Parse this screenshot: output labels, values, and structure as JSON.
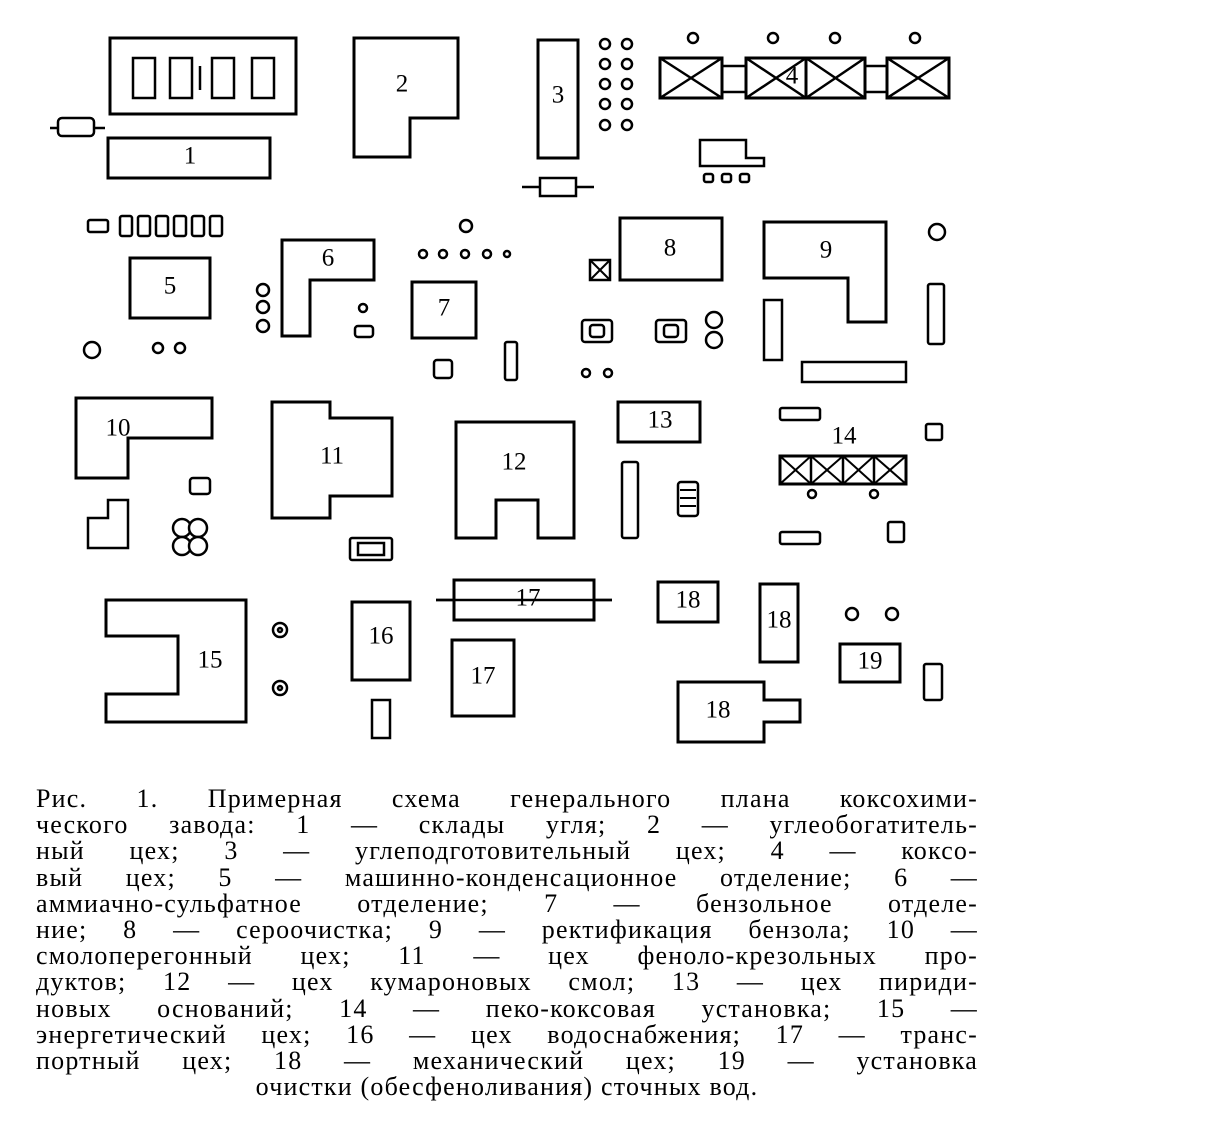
{
  "plan": {
    "labels": {
      "b1": "1",
      "b2": "2",
      "b3": "3",
      "b4": "4",
      "b5": "5",
      "b6": "6",
      "b7": "7",
      "b8": "8",
      "b9": "9",
      "b10": "10",
      "b11": "11",
      "b12": "12",
      "b13": "13",
      "b14": "14",
      "b15": "15",
      "b16": "16",
      "b17a": "17",
      "b17b": "17",
      "b18a": "18",
      "b18b": "18",
      "b18c": "18",
      "b19": "19"
    }
  },
  "caption": {
    "lines": [
      "Рис. 1. Примерная схема генерального плана коксохими-",
      "ческого завода: 1 — склады угля; 2 — углеобогатитель-",
      "ный цех; 3 — углеподготовительный цех; 4 — коксо-",
      "вый цех; 5 — машинно-конденсационное отделение; 6 —",
      "аммиачно-сульфатное отделение; 7 — бензольное отделе-",
      "ние; 8 — сероочистка; 9 — ректификация бензола; 10 —",
      "смолоперегонный цех; 11 — цех феноло-крезольных про-",
      "дуктов; 12 — цех кумароновых смол; 13 — цех пириди-",
      "новых оснований; 14 — пеко-коксовая установка; 15 —",
      "энергетический цех; 16 — цех водоснабжения; 17 — транс-",
      "портный цех; 18 — механический цех; 19 — установка",
      "очистки (обесфеноливания) сточных вод."
    ]
  }
}
